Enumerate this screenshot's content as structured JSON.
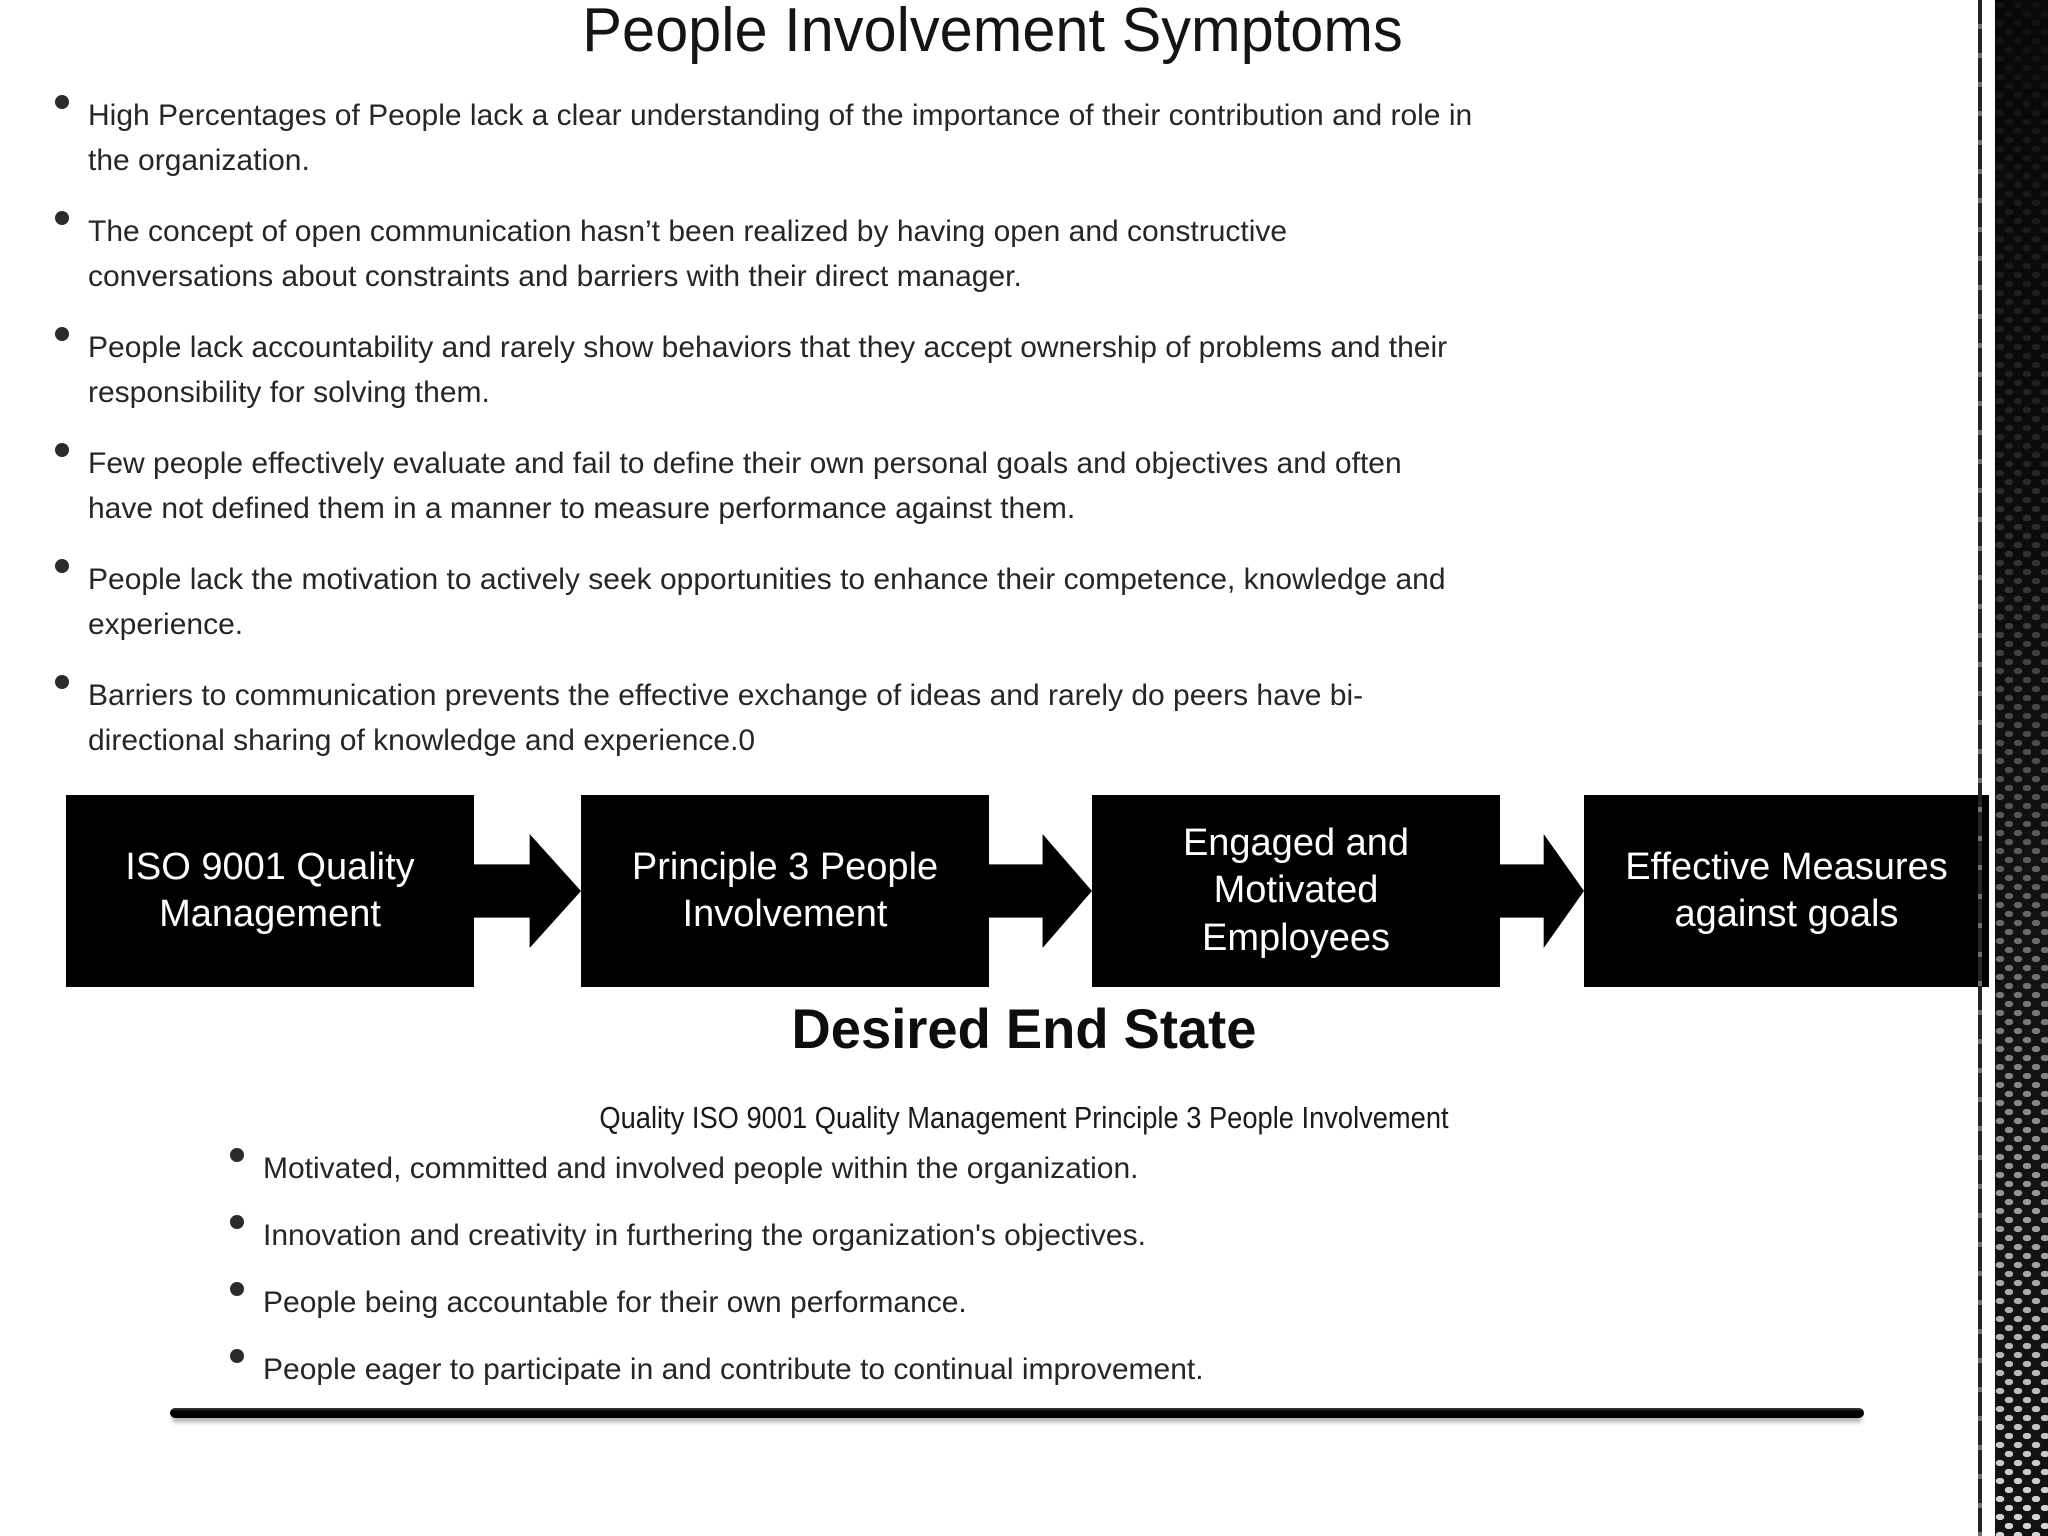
{
  "slide": {
    "title": "People Involvement Symptoms",
    "symptoms": [
      "High Percentages of People lack a clear understanding of the importance of their contribution and role in the organization.",
      "The concept of open communication hasn’t been realized by having open and constructive conversations about constraints and barriers with their direct manager.",
      "People lack accountability and rarely show behaviors that they accept ownership of problems and their responsibility for solving them.",
      "Few people effectively evaluate and fail to define their own personal goals and objectives and often have not defined them in a manner to measure performance against them.",
      "People lack the motivation to actively seek opportunities to enhance their competence, knowledge and experience.",
      "Barriers to communication prevents the effective exchange of ideas and rarely do peers have bi-directional sharing of knowledge and experience.0"
    ],
    "flow": {
      "boxes": [
        {
          "label": "ISO 9001 Quality Management"
        },
        {
          "label": "Principle 3 People Involvement"
        },
        {
          "label": "Engaged and Motivated Employees"
        },
        {
          "label": "Effective Measures against goals"
        }
      ]
    },
    "desired": {
      "heading": "Desired End State",
      "subtitle": "Quality ISO 9001 Quality Management Principle 3 People Involvement",
      "bullets": [
        "Motivated, committed and involved people within the organization.",
        "Innovation and creativity in furthering the organization's objectives.",
        "People being accountable for their own performance.",
        "People eager to participate in and contribute to continual improvement."
      ]
    },
    "colors": {
      "box_bg": "#000000",
      "box_text": "#ffffff",
      "body_text": "#262626",
      "divider": "#000000"
    }
  }
}
